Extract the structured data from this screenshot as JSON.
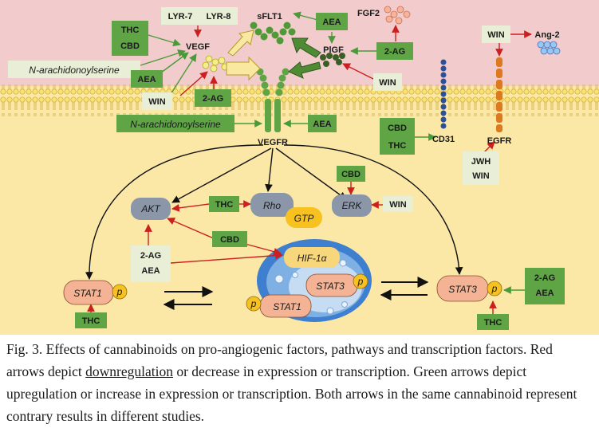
{
  "figure": {
    "labels": {
      "lyr7": "LYR-7",
      "lyr8": "LYR-8",
      "sflt1": "sFLT1",
      "aea_top": "AEA",
      "fgf2": "FGF2",
      "thc_top": "THC",
      "cbd_top": "CBD",
      "vegf": "VEGF",
      "plgf": "PlGF",
      "twoag_top": "2-AG",
      "win_top": "WIN",
      "ang2": "Ang-2",
      "nas1": "N-arachidonoylserine",
      "aea_left": "AEA",
      "win_left": "WIN",
      "twoag_left": "2-AG",
      "win_plgf": "WIN",
      "nas2": "N-arachidonoylserine",
      "aea_mid": "AEA",
      "vegfr": "VEGFR",
      "cbd_cd31": "CBD",
      "thc_cd31": "THC",
      "cd31": "CD31",
      "egfr": "EGFR",
      "jwh": "JWH",
      "win_jwh": "WIN",
      "cbd_erk": "CBD",
      "akt": "AKT",
      "thc_rho": "THC",
      "rho": "Rho",
      "gtp": "GTP",
      "erk": "ERK",
      "win_erk": "WIN",
      "cbd_mid": "CBD",
      "twoag_akt": "2-AG",
      "aea_akt": "AEA",
      "hif": "HIF-1α",
      "stat3_nuc": "STAT3",
      "stat1_nuc": "STAT1",
      "p": "p",
      "stat1_left": "STAT1",
      "thc_stat1": "THC",
      "stat3_right": "STAT3",
      "twoag_right": "2-AG",
      "aea_right": "AEA",
      "thc_stat3": "THC"
    },
    "colors": {
      "extracellular": "#f2cccc",
      "cytoplasm": "#fbe8a6",
      "membrane": "#f0d98a",
      "green_box": "#5fa546",
      "light_box": "#e9efd6",
      "up_arrow": "#4a9a3a",
      "down_arrow": "#cc1f1f",
      "node": "#8b97a8",
      "stat_node": "#f3b394",
      "p_circle": "#f7c21f",
      "nucleus": "#3f7fcf"
    }
  },
  "caption": {
    "part1": "Fig. 3. Effects of cannabinoids on pro-angiogenic factors, pathways and transcription factors. Red arrows depict ",
    "underlined": "downregulation",
    "part2": " or decrease in expression or transcription. Green arrows depict upregulation or increase in expression or transcription. Both arrows in the same cannabinoid represent contrary results in different studies."
  }
}
